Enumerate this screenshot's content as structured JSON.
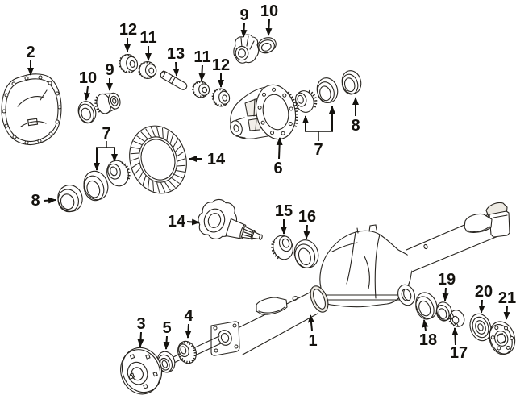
{
  "diagram": {
    "type": "exploded-parts-diagram",
    "subject": "rear-axle-and-differential",
    "visible_item_numbers": [
      1,
      2,
      3,
      4,
      5,
      6,
      7,
      8,
      9,
      10,
      11,
      12,
      13,
      14,
      15,
      16,
      17,
      18,
      19,
      20,
      21
    ],
    "callouts": [
      {
        "label": "2",
        "part": "differential-cover",
        "text": [
          38,
          71
        ],
        "arrows": [
          [
            38,
            75,
            38,
            93
          ]
        ]
      },
      {
        "label": "10",
        "part": "thrust-washer-left",
        "text": [
          109,
          103
        ],
        "arrows": [
          [
            109,
            107,
            107,
            124
          ]
        ]
      },
      {
        "label": "9",
        "part": "pinion-gear-left",
        "text": [
          136,
          93
        ],
        "arrows": [
          [
            136,
            97,
            136,
            112
          ]
        ]
      },
      {
        "label": "12",
        "part": "washer-upper-left",
        "text": [
          159,
          43
        ],
        "arrows": [
          [
            158,
            47,
            158,
            64
          ]
        ]
      },
      {
        "label": "11",
        "part": "side-gear-upper-left",
        "text": [
          184,
          53
        ],
        "arrows": [
          [
            184,
            57,
            184,
            75
          ]
        ]
      },
      {
        "label": "13",
        "part": "pinion-shaft",
        "text": [
          218,
          73
        ],
        "arrows": [
          [
            218,
            77,
            219,
            94
          ]
        ]
      },
      {
        "label": "11",
        "part": "side-gear-upper-right",
        "text": [
          251,
          77
        ],
        "arrows": [
          [
            251,
            81,
            250,
            100
          ]
        ]
      },
      {
        "label": "12",
        "part": "washer-upper-right",
        "text": [
          274,
          87
        ],
        "arrows": [
          [
            274,
            91,
            274,
            108
          ]
        ]
      },
      {
        "label": "9",
        "part": "pinion-gear-right",
        "text": [
          303,
          25
        ],
        "arrows": [
          [
            303,
            29,
            302,
            46
          ]
        ]
      },
      {
        "label": "10",
        "part": "thrust-washer-right",
        "text": [
          334,
          20
        ],
        "arrows": [
          [
            334,
            24,
            333,
            44
          ]
        ]
      },
      {
        "label": "7",
        "part": "carrier-bearing-set-left",
        "text": [
          132,
          172
        ],
        "bracket": [
          [
            132,
            175,
            132,
            183
          ],
          [
            119,
            183,
            143,
            183
          ]
        ],
        "arrows": [
          [
            120,
            183,
            120,
            211
          ],
          [
            142,
            183,
            142,
            200
          ]
        ]
      },
      {
        "label": "8",
        "part": "bearing-shim-left",
        "text": [
          44,
          255
        ],
        "arrows": [
          [
            54,
            249,
            69,
            248
          ]
        ]
      },
      {
        "label": "14",
        "part": "ring-gear",
        "text": [
          268,
          204
        ],
        "arrows": [
          [
            251,
            197,
            235,
            197
          ]
        ]
      },
      {
        "label": "6",
        "part": "differential-case",
        "text": [
          345,
          215
        ],
        "arrows": [
          [
            346,
            197,
            347,
            171
          ]
        ]
      },
      {
        "label": "7",
        "part": "carrier-bearing-set-right",
        "text": [
          395,
          192
        ],
        "bracket": [
          [
            395,
            175,
            395,
            163
          ],
          [
            378,
            163,
            413,
            163
          ]
        ],
        "arrows": [
          [
            379,
            163,
            379,
            144
          ],
          [
            412,
            163,
            412,
            132
          ]
        ]
      },
      {
        "label": "8",
        "part": "bearing-shim-right",
        "text": [
          441,
          162
        ],
        "arrows": [
          [
            441,
            144,
            441,
            121
          ]
        ]
      },
      {
        "label": "14",
        "part": "drive-pinion",
        "text": [
          219,
          281
        ],
        "arrows": [
          [
            232,
            275,
            247,
            276
          ]
        ]
      },
      {
        "label": "15",
        "part": "pinion-bearing",
        "text": [
          352,
          268
        ],
        "arrows": [
          [
            352,
            272,
            352,
            290
          ]
        ]
      },
      {
        "label": "16",
        "part": "pinion-spacer",
        "text": [
          381,
          275
        ],
        "arrows": [
          [
            381,
            279,
            380,
            296
          ]
        ]
      },
      {
        "label": "1",
        "part": "axle-housing",
        "text": [
          388,
          429
        ],
        "arrows": [
          [
            387,
            410,
            385,
            391
          ]
        ]
      },
      {
        "label": "3",
        "part": "hub-and-shaft",
        "text": [
          175,
          408
        ],
        "arrows": [
          [
            175,
            412,
            174,
            430
          ]
        ]
      },
      {
        "label": "5",
        "part": "hub-seal",
        "text": [
          207,
          413
        ],
        "arrows": [
          [
            207,
            417,
            206,
            433
          ]
        ]
      },
      {
        "label": "4",
        "part": "hub-bearing",
        "text": [
          234,
          398
        ],
        "arrows": [
          [
            234,
            402,
            233,
            419
          ]
        ]
      },
      {
        "label": "18",
        "part": "axle-seal",
        "text": [
          531,
          428
        ],
        "arrows": [
          [
            528,
            410,
            526,
            397
          ]
        ]
      },
      {
        "label": "19",
        "part": "axle-bearing",
        "text": [
          554,
          353
        ],
        "arrows": [
          [
            553,
            357,
            552,
            373
          ]
        ]
      },
      {
        "label": "17",
        "part": "spindle-nut",
        "text": [
          569,
          444
        ],
        "arrows": [
          [
            565,
            428,
            564,
            407
          ]
        ]
      },
      {
        "label": "20",
        "part": "slinger-disc",
        "text": [
          600,
          368
        ],
        "arrows": [
          [
            598,
            372,
            597,
            388
          ]
        ]
      },
      {
        "label": "21",
        "part": "output-flange",
        "text": [
          629,
          376
        ],
        "arrows": [
          [
            629,
            380,
            628,
            396
          ]
        ]
      }
    ]
  },
  "colors": {
    "line": "#27241f",
    "label": "#14120e",
    "shade": "#edeae3",
    "background": "#ffffff"
  }
}
